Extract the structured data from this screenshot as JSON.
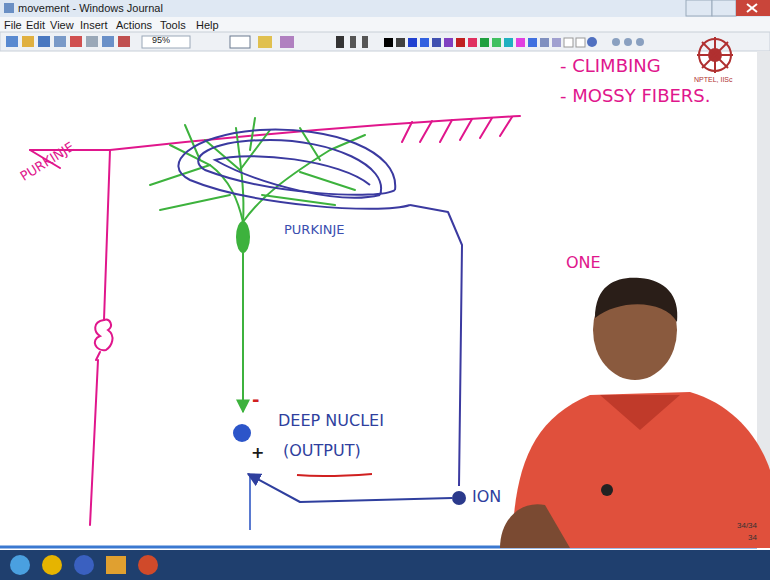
{
  "diagram": {
    "nodes": [
      {
        "text": [
          "PURKINJE"
        ]
      },
      {
        "text": [
          "DEEP NUCLEI",
          "(OUTPUT)"
        ]
      },
      {
        "text": [
          "ION"
        ]
      }
    ],
    "edges": [
      {
        "from": 0,
        "to": 1,
        "arrow": "to",
        "label": "-"
      },
      {
        "from": 2,
        "to": 1,
        "arrow": "to",
        "label": "+"
      },
      {
        "from": 2,
        "to": 0,
        "arrow": "none"
      }
    ],
    "labels": [
      "movement - Windows Journal",
      "File",
      "Edit",
      "View",
      "Insert",
      "Actions",
      "Tools",
      "Help",
      "95%",
      "NPTEL, IISc",
      "PURKINJE",
      "- CLIMBING",
      "- MOSSY FIBERS.",
      "ONE",
      "34/34",
      "34"
    ]
  }
}
